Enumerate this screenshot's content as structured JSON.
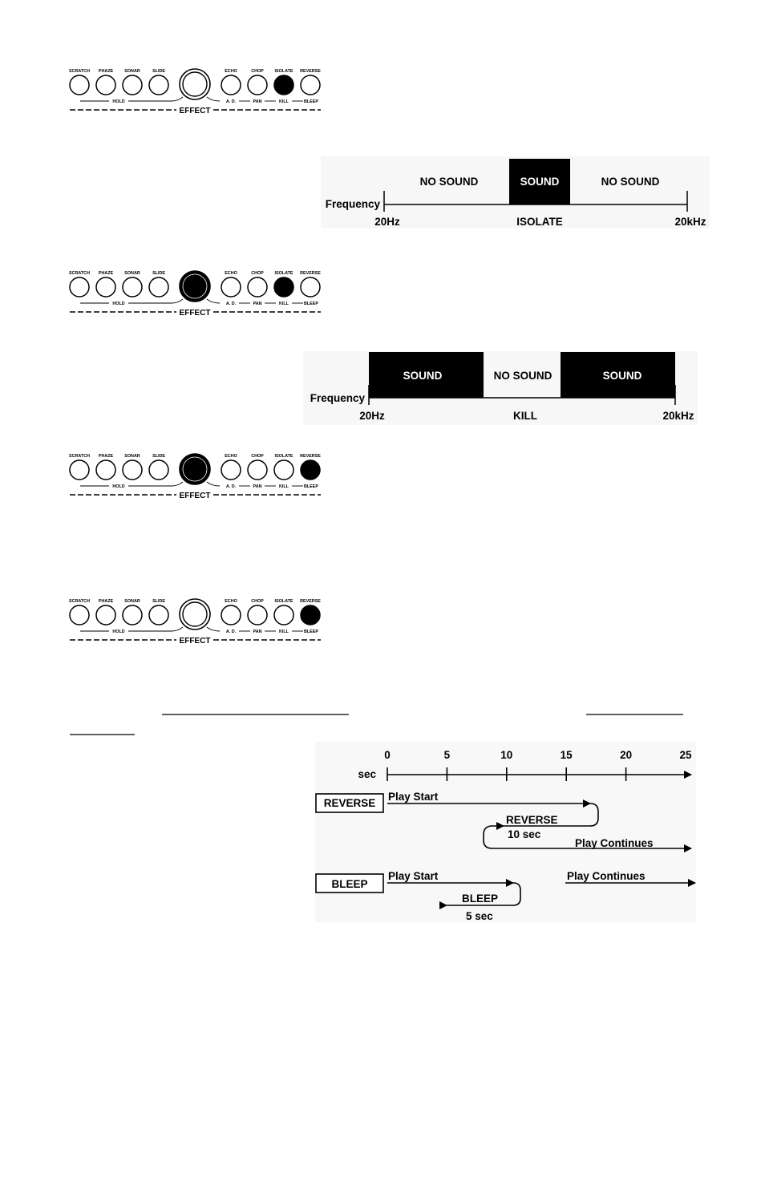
{
  "panel": {
    "buttons": [
      "SCRATCH",
      "PHAZE",
      "SONAR",
      "SLIDE",
      "ECHO",
      "CHOP",
      "ISOLATE",
      "REVERSE"
    ],
    "groups": {
      "hold": "HOLD",
      "ad": "A. D.",
      "pan": "PAN",
      "kill": "KILL",
      "bleep": "BLEEP"
    },
    "effect_label": "EFFECT",
    "states": [
      {
        "effect_dial": "off",
        "lit": [
          "ISOLATE"
        ]
      },
      {
        "effect_dial": "on",
        "lit": [
          "ISOLATE"
        ]
      },
      {
        "effect_dial": "on",
        "lit": [
          "REVERSE"
        ]
      },
      {
        "effect_dial": "off",
        "lit": [
          "REVERSE"
        ]
      }
    ]
  },
  "isolate_diagram": {
    "axis_label": "Frequency",
    "left_tick": "20Hz",
    "center_label": "ISOLATE",
    "right_tick": "20kHz",
    "band_left": "NO SOUND",
    "band_center": "SOUND",
    "band_right": "NO SOUND"
  },
  "kill_diagram": {
    "axis_label": "Frequency",
    "left_tick": "20Hz",
    "center_label": "KILL",
    "right_tick": "20kHz",
    "band_left": "SOUND",
    "band_center": "NO SOUND",
    "band_right": "SOUND"
  },
  "timeline": {
    "unit": "sec",
    "ticks": [
      "0",
      "5",
      "10",
      "15",
      "20",
      "25"
    ],
    "reverse": {
      "label": "REVERSE",
      "play_start": "Play Start",
      "loop_label": "REVERSE",
      "loop_time": "10 sec",
      "continue": "Play Continues"
    },
    "bleep": {
      "label": "BLEEP",
      "play_start": "Play Start",
      "loop_label": "BLEEP",
      "loop_time": "5 sec",
      "continue": "Play Continues"
    }
  }
}
